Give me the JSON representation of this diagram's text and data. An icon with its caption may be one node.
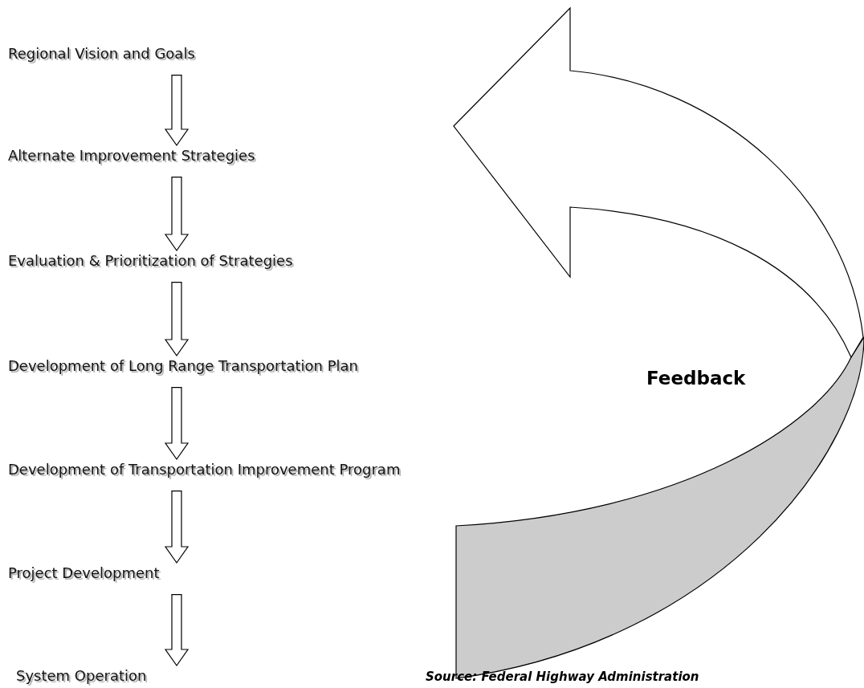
{
  "diagram": {
    "caption": "Source: Federal Highway Administration",
    "nodes": [
      {
        "text": [
          "Regional Vision and Goals"
        ]
      },
      {
        "text": [
          "Alternate Improvement Strategies"
        ]
      },
      {
        "text": [
          "Evaluation & Prioritization of Strategies"
        ]
      },
      {
        "text": [
          "Development of Long Range Transportation Plan"
        ]
      },
      {
        "text": [
          "Development of Transportation Improvement Program"
        ]
      },
      {
        "text": [
          "Project Development"
        ]
      },
      {
        "text": [
          "System Operation"
        ]
      }
    ],
    "edges": [
      {
        "from": 0,
        "to": 1,
        "arrow": "to"
      },
      {
        "from": 1,
        "to": 2,
        "arrow": "to"
      },
      {
        "from": 2,
        "to": 3,
        "arrow": "to"
      },
      {
        "from": 3,
        "to": 4,
        "arrow": "to"
      },
      {
        "from": 4,
        "to": 5,
        "arrow": "to"
      },
      {
        "from": 5,
        "to": 6,
        "arrow": "to"
      }
    ],
    "labels": [
      "Feedback"
    ]
  }
}
